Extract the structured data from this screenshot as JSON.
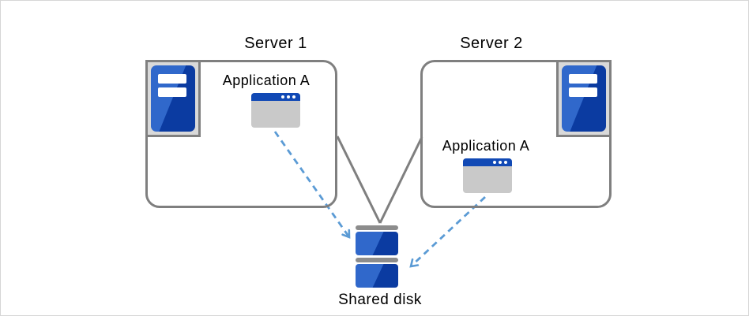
{
  "servers": [
    {
      "label": "Server 1",
      "app_label": "Application A"
    },
    {
      "label": "Server 2",
      "app_label": "Application A"
    }
  ],
  "shared_disk_label": "Shared disk",
  "icons": {
    "server_icon": "server-tower",
    "app_icon": "application-window",
    "disk_icon": "stacked-disk"
  },
  "colors": {
    "line_gray": "#7f7f7f",
    "dashed_blue": "#5b9bd5",
    "blue_light": "#3068cb",
    "blue_dark": "#0b3ba1",
    "titlebar_blue": "#1149b5",
    "window_gray": "#c9c9c9",
    "frame_bg": "#d9d9d9",
    "frame_border": "#808080",
    "disk_bar_gray": "#8c8c8c",
    "canvas_border": "#d6d6d6",
    "text_color": "#000000"
  }
}
